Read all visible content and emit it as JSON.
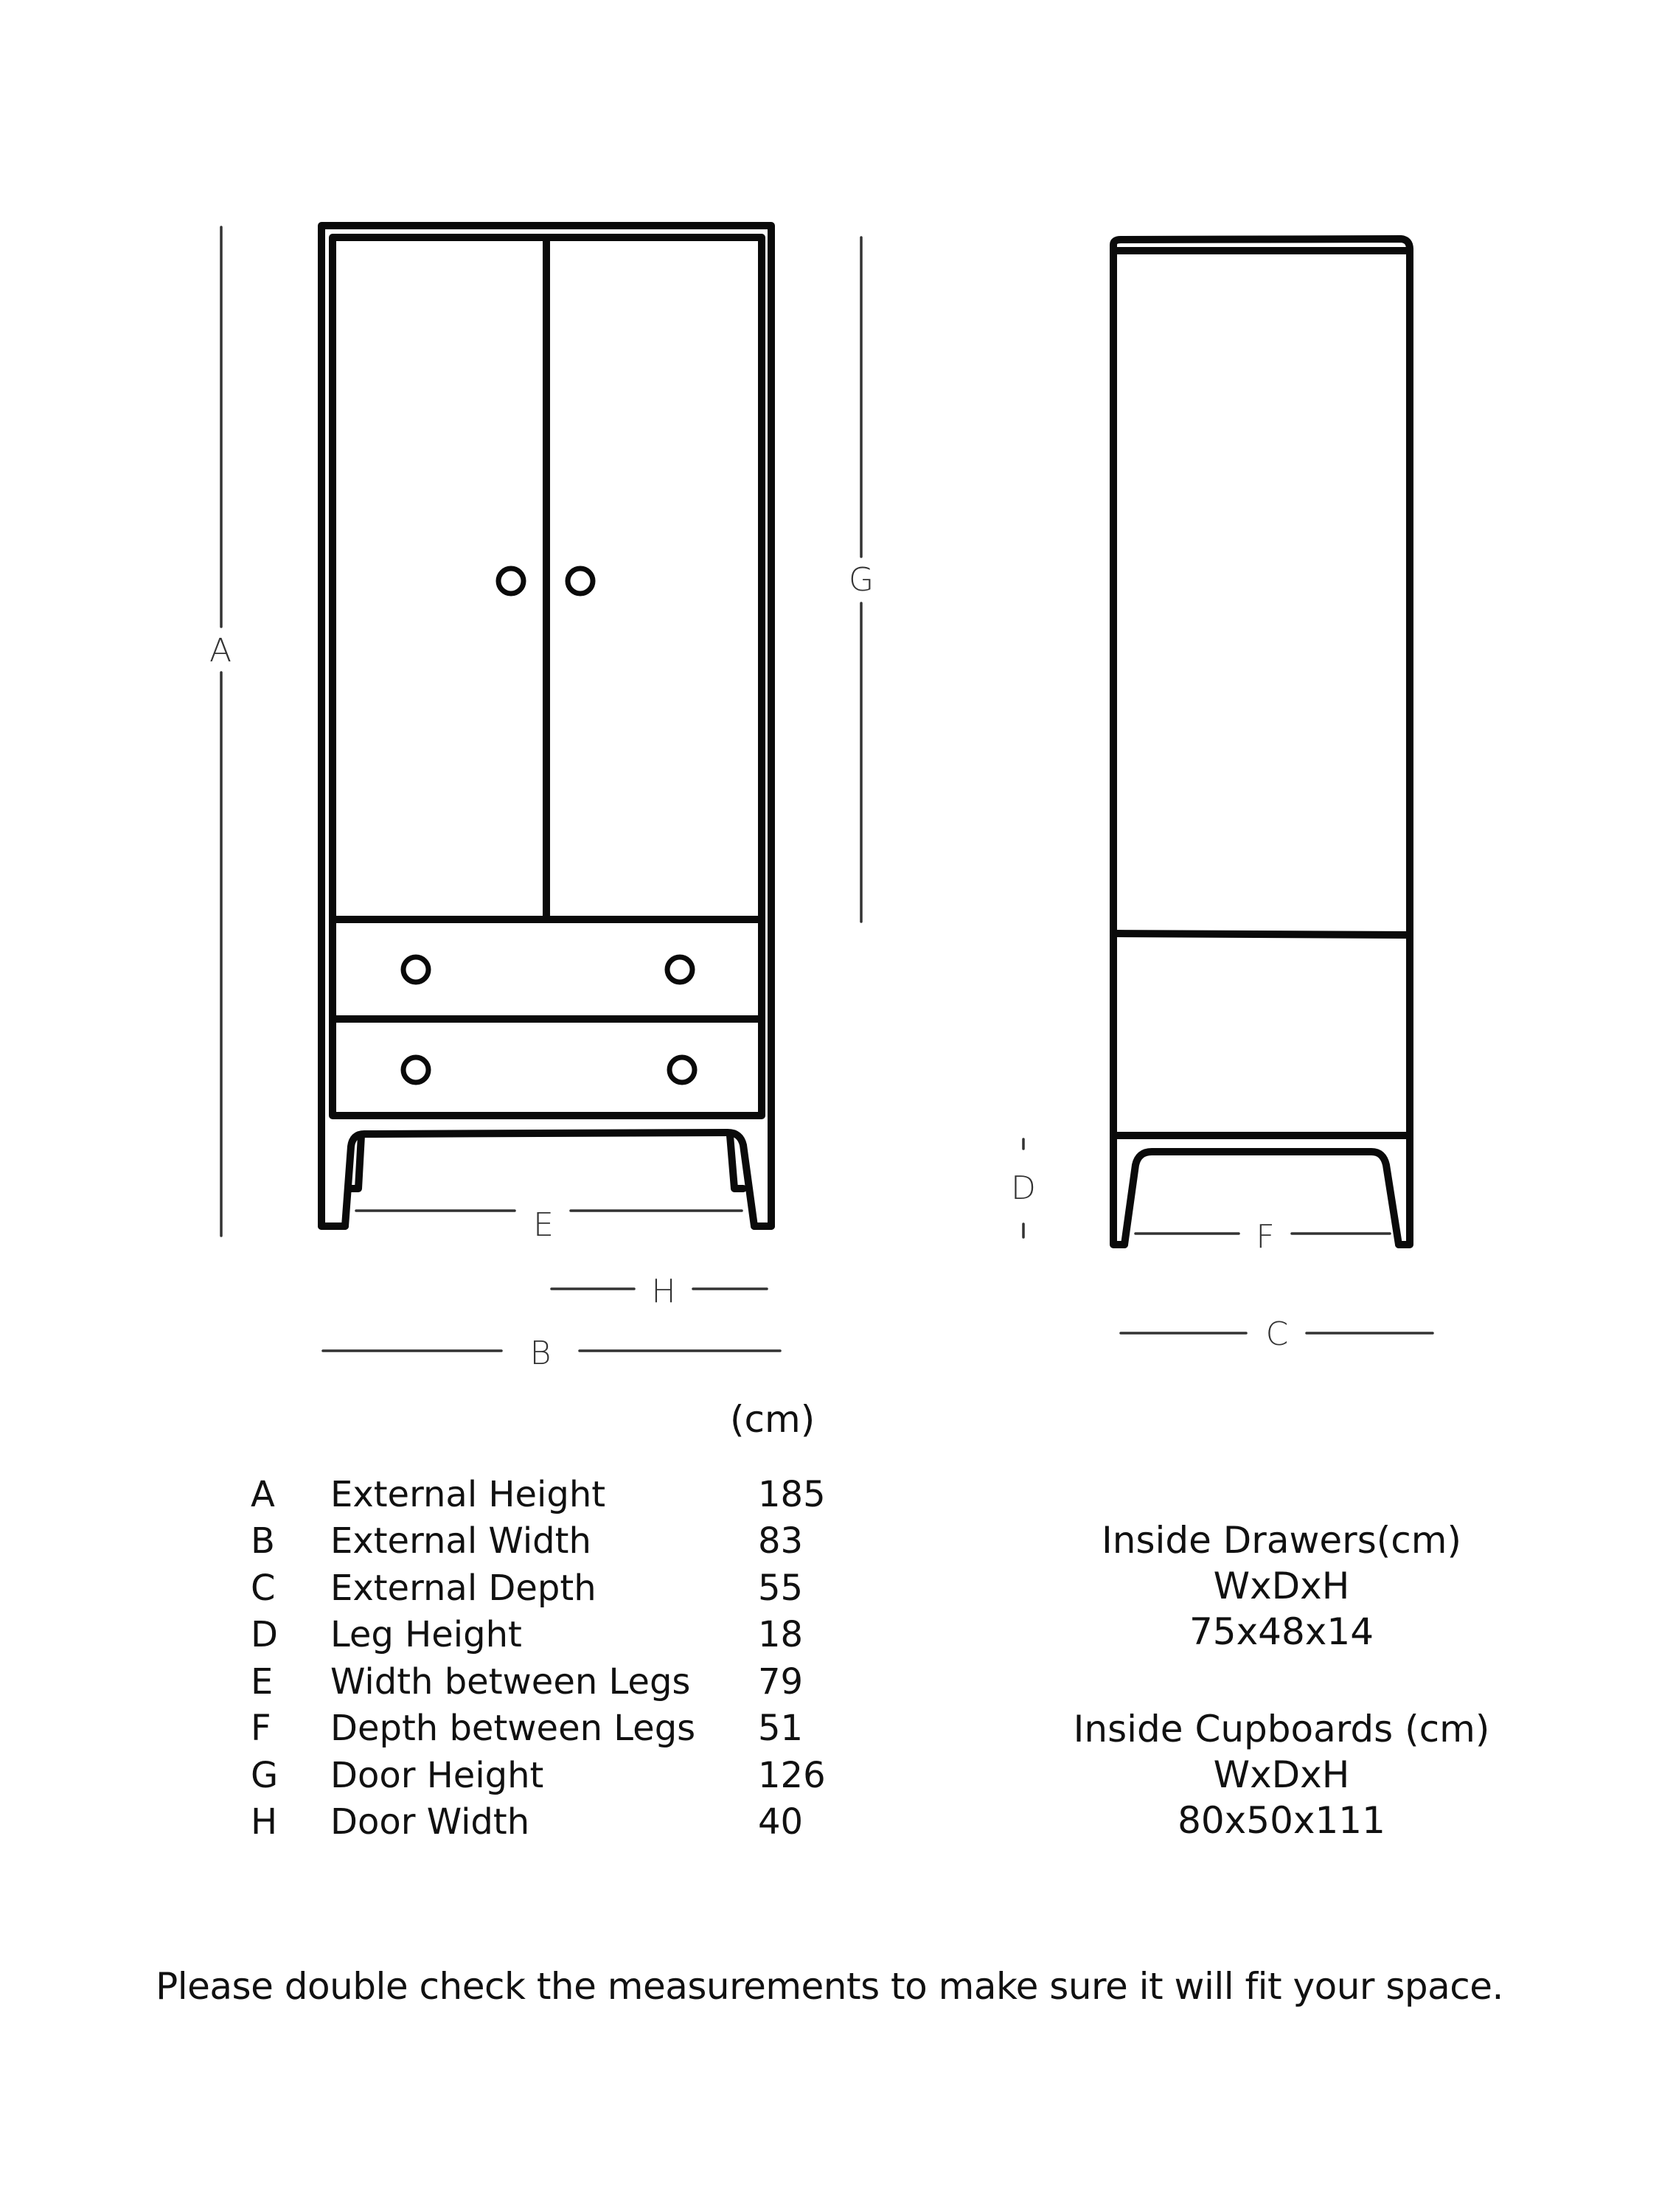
{
  "diagram": {
    "front_view": {
      "dimension_labels": {
        "A": "A",
        "G": "G",
        "E": "E",
        "H": "H",
        "B": "B"
      }
    },
    "side_view": {
      "dimension_labels": {
        "D": "D",
        "F": "F",
        "C": "C"
      }
    }
  },
  "dimensions_table": {
    "unit_header": "(cm)",
    "rows": [
      {
        "letter": "A",
        "label": "External Height",
        "value": "185"
      },
      {
        "letter": "B",
        "label": "External Width",
        "value": "83"
      },
      {
        "letter": "C",
        "label": "External Depth",
        "value": "55"
      },
      {
        "letter": "D",
        "label": "Leg Height",
        "value": "18"
      },
      {
        "letter": "E",
        "label": "Width between Legs",
        "value": "79"
      },
      {
        "letter": "F",
        "label": "Depth between Legs",
        "value": "51"
      },
      {
        "letter": "G",
        "label": "Door Height",
        "value": "126"
      },
      {
        "letter": "H",
        "label": "Door Width",
        "value": "40"
      }
    ]
  },
  "inside_drawers": {
    "title": "Inside Drawers(cm)",
    "format": "WxDxH",
    "value": "75x48x14"
  },
  "inside_cupboards": {
    "title": "Inside Cupboards (cm)",
    "format": "WxDxH",
    "value": "80x50x111"
  },
  "footer": {
    "note": "Please double check the measurements to make sure it will fit your space."
  }
}
